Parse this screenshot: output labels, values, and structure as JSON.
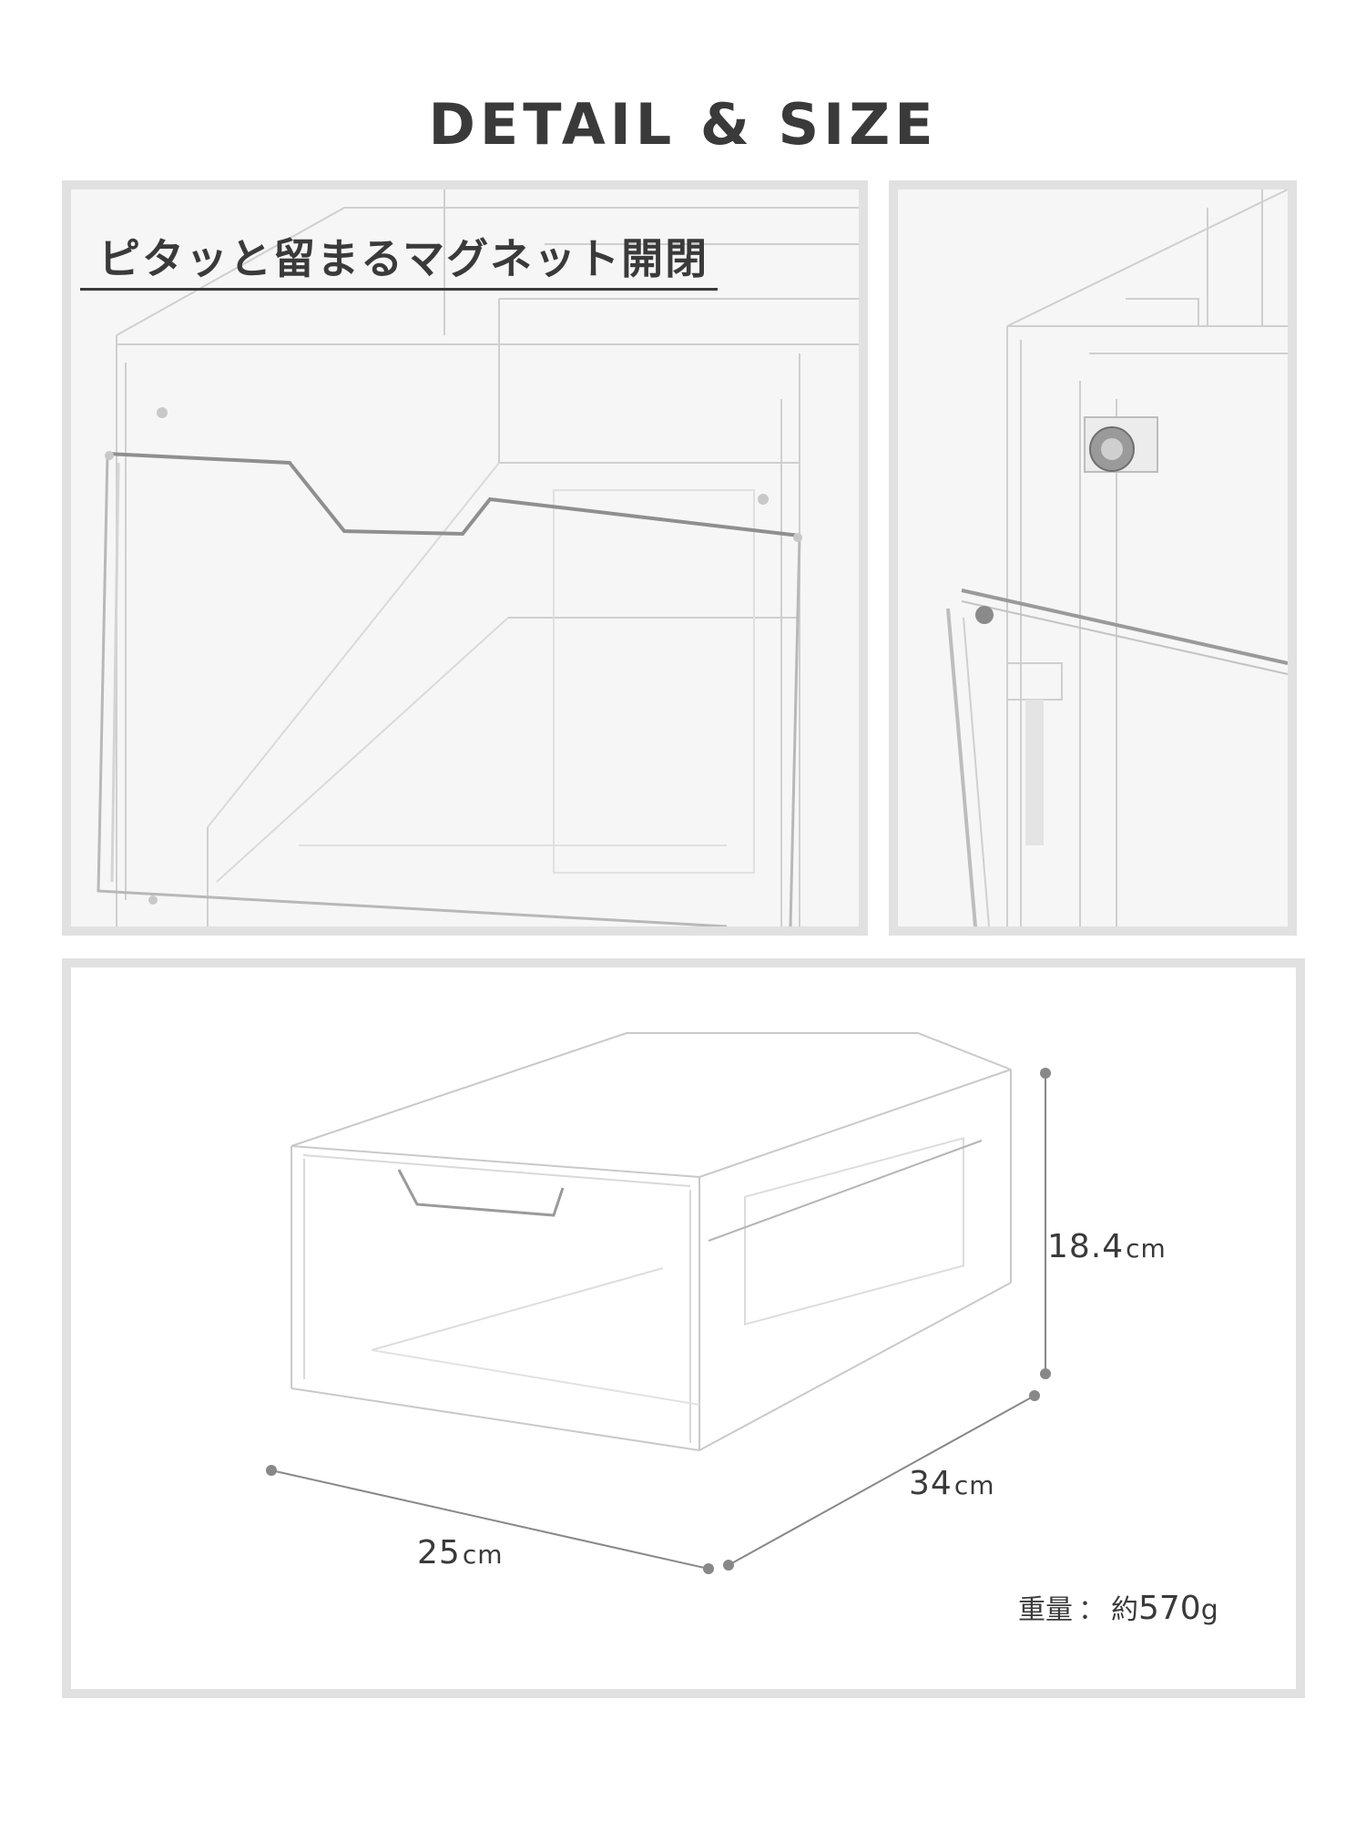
{
  "title": "DETAIL & SIZE",
  "feature": {
    "label": "ピタッと留まるマグネット開閉"
  },
  "dimensions": {
    "height": {
      "value": "18.4",
      "unit": "cm"
    },
    "depth": {
      "value": "34",
      "unit": "cm"
    },
    "width": {
      "value": "25",
      "unit": "cm"
    }
  },
  "weight": {
    "label": "重量",
    "separator": "：",
    "prefix": "約",
    "value": "570",
    "unit": "g"
  },
  "colors": {
    "text": "#3a3a3a",
    "panel_border": "#e1e1e1",
    "panel_bg": "#f6f6f6",
    "dimension_line": "#888888"
  }
}
